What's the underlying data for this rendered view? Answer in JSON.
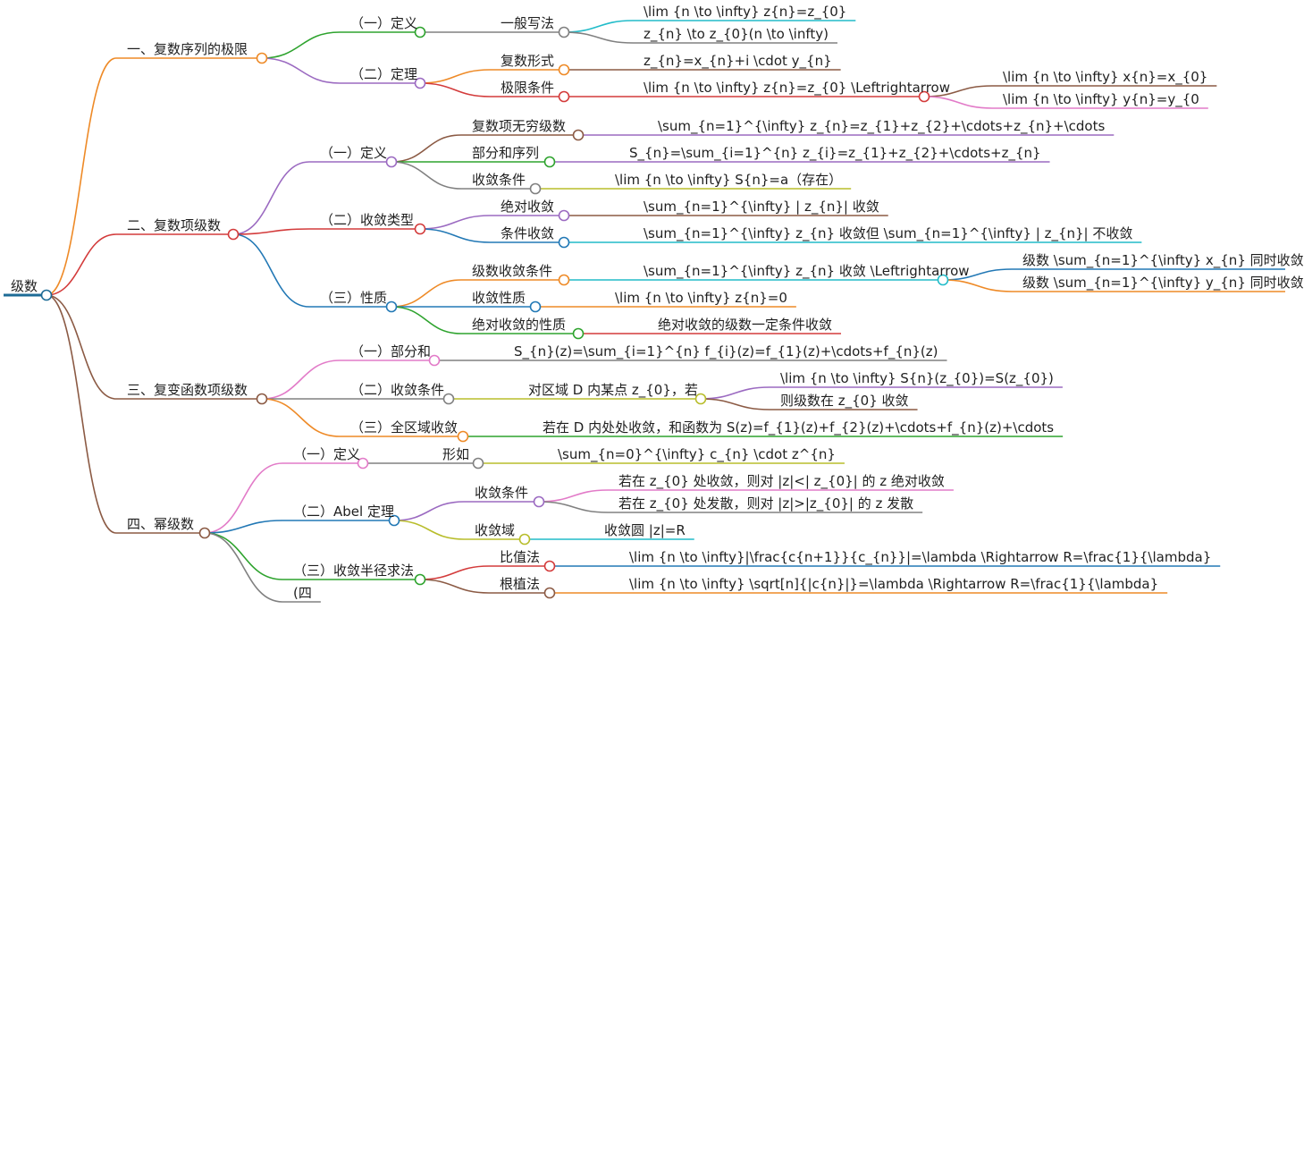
{
  "mindmap": {
    "root": "级数",
    "colors": {
      "orange": "#ee8a27",
      "green": "#2ea32e",
      "purple": "#9b6ac1",
      "gray": "#808080",
      "cyan": "#22bcc9",
      "red": "#d33b3b",
      "brown": "#8b5a44",
      "blue": "#2278b5",
      "pink": "#e27bc8",
      "olive": "#b8bd2b",
      "navy": "#1d6b96"
    },
    "nodes": [
      {
        "id": "root",
        "text": "级数"
      },
      {
        "id": "b1",
        "text": "一、复数序列的极限"
      },
      {
        "id": "b1a",
        "text": "（一）定义"
      },
      {
        "id": "b1a1",
        "text": "一般写法"
      },
      {
        "id": "b1a1x",
        "text": "\\lim {n \\to \\infty} z{n}=z_{0}"
      },
      {
        "id": "b1a1y",
        "text": "z_{n} \\to z_{0}(n \\to \\infty)"
      },
      {
        "id": "b1b",
        "text": "（二）定理"
      },
      {
        "id": "b1b1",
        "text": "复数形式"
      },
      {
        "id": "b1b1x",
        "text": "z_{n}=x_{n}+i \\cdot y_{n}"
      },
      {
        "id": "b1b2",
        "text": "极限条件"
      },
      {
        "id": "b1b2x",
        "text": "\\lim {n \\to \\infty} z{n}=z_{0} \\Leftrightarrow"
      },
      {
        "id": "b1b2x1",
        "text": "\\lim {n \\to \\infty} x{n}=x_{0}"
      },
      {
        "id": "b1b2x2",
        "text": "\\lim {n \\to \\infty} y{n}=y_{0"
      },
      {
        "id": "b2",
        "text": "二、复数项级数"
      },
      {
        "id": "b2a",
        "text": "（一）定义"
      },
      {
        "id": "b2a1",
        "text": "复数项无穷级数"
      },
      {
        "id": "b2a1x",
        "text": "\\sum_{n=1}^{\\infty} z_{n}=z_{1}+z_{2}+\\cdots+z_{n}+\\cdots"
      },
      {
        "id": "b2a2",
        "text": "部分和序列"
      },
      {
        "id": "b2a2x",
        "text": "S_{n}=\\sum_{i=1}^{n} z_{i}=z_{1}+z_{2}+\\cdots+z_{n}"
      },
      {
        "id": "b2a3",
        "text": "收敛条件"
      },
      {
        "id": "b2a3x",
        "text": "\\lim {n \\to \\infty} S{n}=a（存在）"
      },
      {
        "id": "b2b",
        "text": "（二）收敛类型"
      },
      {
        "id": "b2b1",
        "text": "绝对收敛"
      },
      {
        "id": "b2b1x",
        "text": "\\sum_{n=1}^{\\infty} | z_{n}| 收敛"
      },
      {
        "id": "b2b2",
        "text": "条件收敛"
      },
      {
        "id": "b2b2x",
        "text": "\\sum_{n=1}^{\\infty} z_{n} 收敛但 \\sum_{n=1}^{\\infty} | z_{n}| 不收敛"
      },
      {
        "id": "b2c",
        "text": "（三）性质"
      },
      {
        "id": "b2c1",
        "text": "级数收敛条件"
      },
      {
        "id": "b2c1x",
        "text": "\\sum_{n=1}^{\\infty} z_{n} 收敛 \\Leftrightarrow"
      },
      {
        "id": "b2c1x1",
        "text": "级数 \\sum_{n=1}^{\\infty} x_{n} 同时收敛"
      },
      {
        "id": "b2c1x2",
        "text": "级数 \\sum_{n=1}^{\\infty} y_{n} 同时收敛"
      },
      {
        "id": "b2c2",
        "text": "收敛性质"
      },
      {
        "id": "b2c2x",
        "text": "\\lim {n \\to \\infty} z{n}=0"
      },
      {
        "id": "b2c3",
        "text": "绝对收敛的性质"
      },
      {
        "id": "b2c3x",
        "text": "绝对收敛的级数一定条件收敛"
      },
      {
        "id": "b3",
        "text": "三、复变函数项级数"
      },
      {
        "id": "b3a",
        "text": "（一）部分和"
      },
      {
        "id": "b3ax",
        "text": "S_{n}(z)=\\sum_{i=1}^{n} f_{i}(z)=f_{1}(z)+\\cdots+f_{n}(z)"
      },
      {
        "id": "b3b",
        "text": "（二）收敛条件"
      },
      {
        "id": "b3bx",
        "text": "对区域 D 内某点 z_{0}，若"
      },
      {
        "id": "b3bx1",
        "text": "\\lim {n \\to \\infty} S{n}(z_{0})=S(z_{0})"
      },
      {
        "id": "b3bx2",
        "text": "则级数在 z_{0} 收敛"
      },
      {
        "id": "b3c",
        "text": "（三）全区域收敛"
      },
      {
        "id": "b3cx",
        "text": "若在 D 内处处收敛，和函数为 S(z)=f_{1}(z)+f_{2}(z)+\\cdots+f_{n}(z)+\\cdots"
      },
      {
        "id": "b4",
        "text": "四、幂级数"
      },
      {
        "id": "b4a",
        "text": "（一）定义"
      },
      {
        "id": "b4a1",
        "text": "形如"
      },
      {
        "id": "b4a1x",
        "text": "\\sum_{n=0}^{\\infty} c_{n} \\cdot z^{n}"
      },
      {
        "id": "b4b",
        "text": "（二）Abel 定理"
      },
      {
        "id": "b4b1",
        "text": "收敛条件"
      },
      {
        "id": "b4b1x",
        "text": "若在 z_{0} 处收敛，则对 |z|<| z_{0}| 的 z 绝对收敛"
      },
      {
        "id": "b4b1y",
        "text": "若在 z_{0} 处发散，则对 |z|>|z_{0}| 的 z 发散"
      },
      {
        "id": "b4b2",
        "text": "收敛域"
      },
      {
        "id": "b4b2x",
        "text": "收敛圆 |z|=R"
      },
      {
        "id": "b4c",
        "text": "（三）收敛半径求法"
      },
      {
        "id": "b4c1",
        "text": "比值法"
      },
      {
        "id": "b4c1x",
        "text": "\\lim {n \\to \\infty}|\\frac{c{n+1}}{c_{n}}|=\\lambda \\Rightarrow R=\\frac{1}{\\lambda}"
      },
      {
        "id": "b4c2",
        "text": "根植法"
      },
      {
        "id": "b4c2x",
        "text": "\\lim {n \\to \\infty} \\sqrt[n]{|c{n}|}=\\lambda \\Rightarrow R=\\frac{1}{\\lambda}"
      },
      {
        "id": "b4d",
        "text": "(四"
      }
    ]
  }
}
